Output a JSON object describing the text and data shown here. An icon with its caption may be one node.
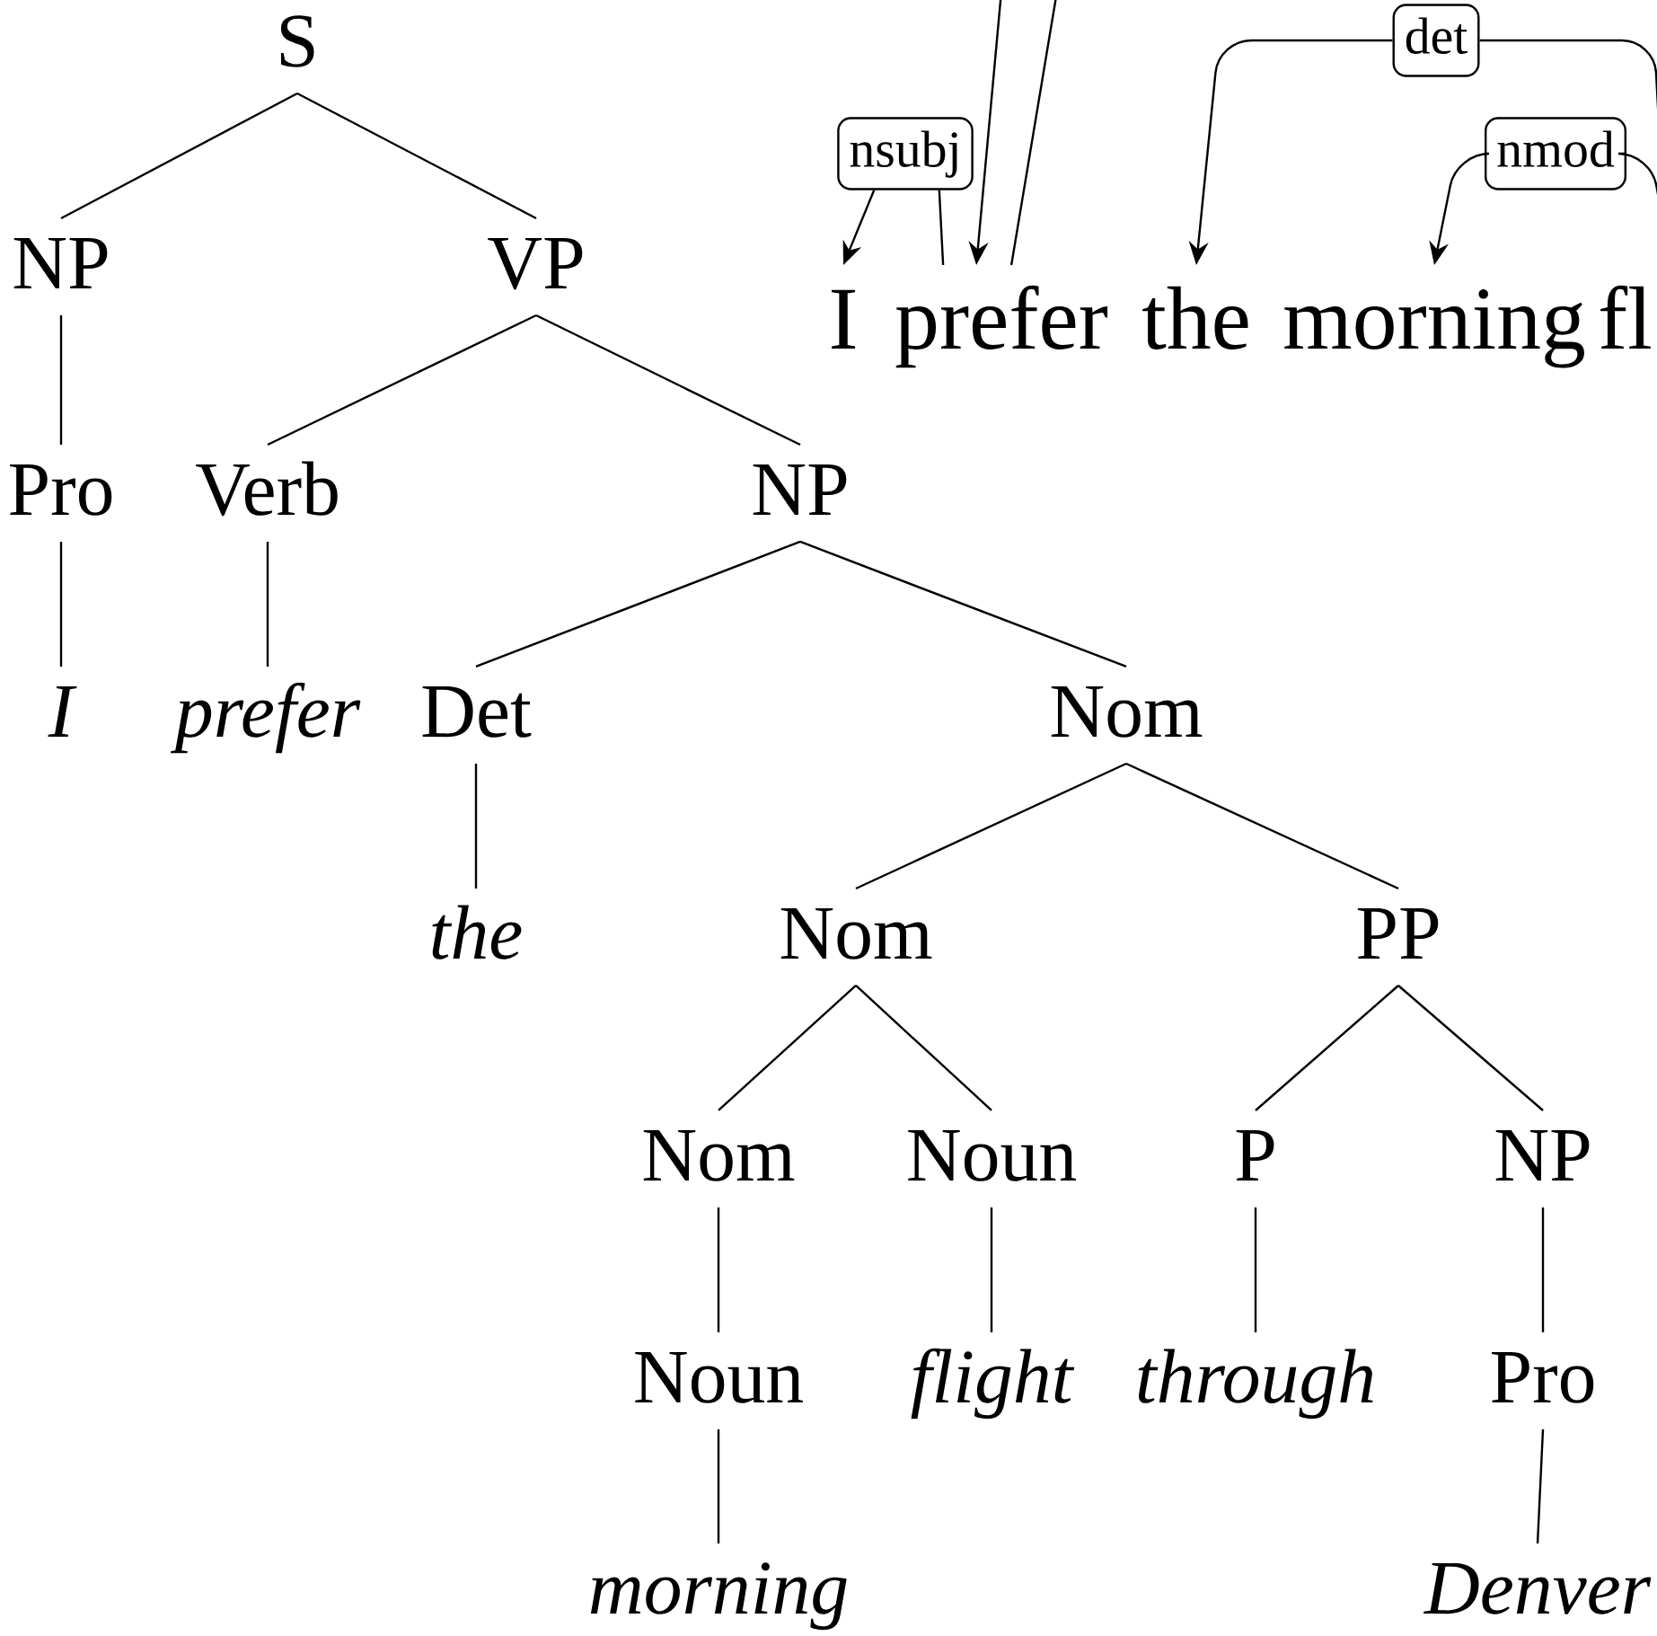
{
  "diagram": {
    "nodes": [
      {
        "text": [
          "S"
        ]
      },
      {
        "text": [
          "NP"
        ]
      },
      {
        "text": [
          "VP"
        ]
      },
      {
        "text": [
          "Pro"
        ]
      },
      {
        "text": [
          "Verb"
        ]
      },
      {
        "text": [
          "NP"
        ]
      },
      {
        "text": [
          "I"
        ]
      },
      {
        "text": [
          "prefer"
        ]
      },
      {
        "text": [
          "Det"
        ]
      },
      {
        "text": [
          "Nom"
        ]
      },
      {
        "text": [
          "the"
        ]
      },
      {
        "text": [
          "Nom"
        ]
      },
      {
        "text": [
          "PP"
        ]
      },
      {
        "text": [
          "Nom"
        ]
      },
      {
        "text": [
          "Noun"
        ]
      },
      {
        "text": [
          "P"
        ]
      },
      {
        "text": [
          "NP"
        ]
      },
      {
        "text": [
          "Noun"
        ]
      },
      {
        "text": [
          "flight"
        ]
      },
      {
        "text": [
          "through"
        ]
      },
      {
        "text": [
          "Pro"
        ]
      },
      {
        "text": [
          "morning"
        ]
      },
      {
        "text": [
          "Denver"
        ]
      },
      {
        "text": [
          "det"
        ]
      },
      {
        "text": [
          "nsubj"
        ]
      },
      {
        "text": [
          "nmod"
        ]
      },
      {
        "text": [
          "I"
        ]
      },
      {
        "text": [
          "prefer"
        ]
      },
      {
        "text": [
          "the"
        ]
      },
      {
        "text": [
          "morning"
        ]
      },
      {
        "text": [
          "fl"
        ]
      }
    ],
    "edges": [
      {
        "from": 0,
        "to": 1,
        "arrow": "none"
      },
      {
        "from": 0,
        "to": 2,
        "arrow": "none"
      },
      {
        "from": 1,
        "to": 3,
        "arrow": "none"
      },
      {
        "from": 3,
        "to": 6,
        "arrow": "none"
      },
      {
        "from": 2,
        "to": 4,
        "arrow": "none"
      },
      {
        "from": 2,
        "to": 5,
        "arrow": "none"
      },
      {
        "from": 4,
        "to": 7,
        "arrow": "none"
      },
      {
        "from": 5,
        "to": 8,
        "arrow": "none"
      },
      {
        "from": 5,
        "to": 9,
        "arrow": "none"
      },
      {
        "from": 8,
        "to": 10,
        "arrow": "none"
      },
      {
        "from": 9,
        "to": 11,
        "arrow": "none"
      },
      {
        "from": 9,
        "to": 12,
        "arrow": "none"
      },
      {
        "from": 11,
        "to": 13,
        "arrow": "none"
      },
      {
        "from": 11,
        "to": 14,
        "arrow": "none"
      },
      {
        "from": 12,
        "to": 15,
        "arrow": "none"
      },
      {
        "from": 12,
        "to": 16,
        "arrow": "none"
      },
      {
        "from": 13,
        "to": 17,
        "arrow": "none"
      },
      {
        "from": 14,
        "to": 18,
        "arrow": "none"
      },
      {
        "from": 15,
        "to": 19,
        "arrow": "none"
      },
      {
        "from": 16,
        "to": 20,
        "arrow": "none"
      },
      {
        "from": 17,
        "to": 21,
        "arrow": "none"
      },
      {
        "from": 20,
        "to": 22,
        "arrow": "none"
      },
      {
        "from": null,
        "to": 27,
        "arrow": "to"
      },
      {
        "from": 27,
        "to": null,
        "arrow": "none"
      },
      {
        "from": 27,
        "to": 24,
        "arrow": "none"
      },
      {
        "from": 24,
        "to": 26,
        "arrow": "to"
      },
      {
        "from": 23,
        "to": 28,
        "arrow": "to"
      },
      {
        "from": 23,
        "to": null,
        "arrow": "none"
      },
      {
        "from": 25,
        "to": 29,
        "arrow": "to"
      },
      {
        "from": 25,
        "to": null,
        "arrow": "none"
      }
    ]
  }
}
